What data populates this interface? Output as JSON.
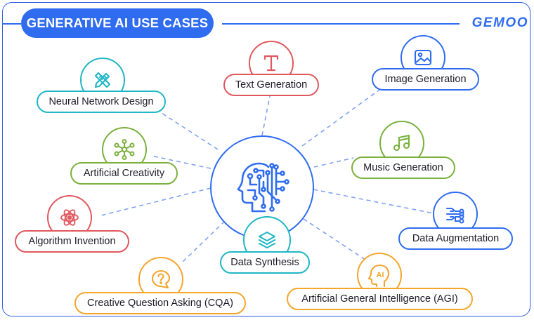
{
  "header": {
    "title": "GENERATIVE AI USE CASES",
    "brand": "GEMOO"
  },
  "colors": {
    "primary": "#2f6cf0",
    "red": "#e0585e",
    "teal": "#1fb6c6",
    "green": "#7ab13c",
    "orange": "#f5a52c"
  },
  "hub": {
    "icon": "ai-brain-circuit-icon"
  },
  "use_cases": [
    {
      "label": "Text Generation",
      "icon": "letter-t-icon",
      "color": "red"
    },
    {
      "label": "Image Generation",
      "icon": "image-icon",
      "color": "blue"
    },
    {
      "label": "Neural Network Design",
      "icon": "pencil-ruler-icon",
      "color": "teal"
    },
    {
      "label": "Music Generation",
      "icon": "music-note-icon",
      "color": "green"
    },
    {
      "label": "Artificial Creativity",
      "icon": "network-nodes-icon",
      "color": "green"
    },
    {
      "label": "Data Augmentation",
      "icon": "data-branches-icon",
      "color": "blue"
    },
    {
      "label": "Algorithm Invention",
      "icon": "atom-icon",
      "color": "red"
    },
    {
      "label": "Data Synthesis",
      "icon": "layers-icon",
      "color": "teal"
    },
    {
      "label": "Creative Question Asking (CQA)",
      "icon": "question-bubble-icon",
      "color": "orange"
    },
    {
      "label": "Artificial General Intelligence (AGI)",
      "icon": "ai-head-icon",
      "color": "orange"
    }
  ],
  "ai_badge_text": "AI"
}
